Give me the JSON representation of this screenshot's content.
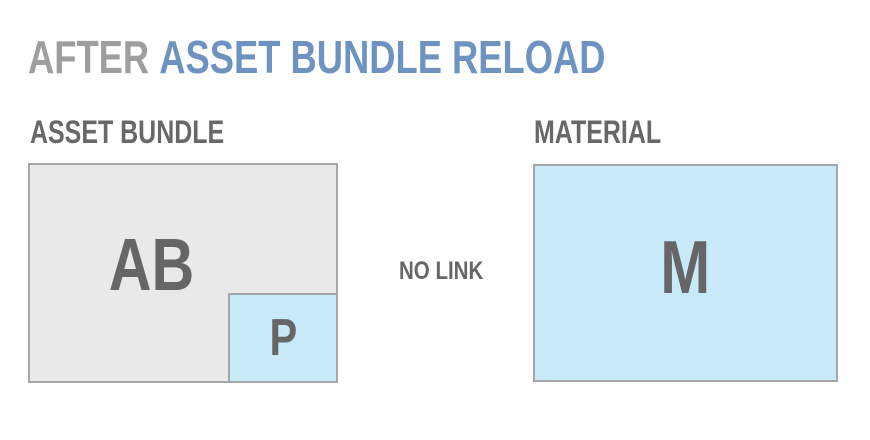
{
  "colors": {
    "title-gray": "#9e9e9e",
    "title-blue": "#6e93c1",
    "label-gray": "#686868",
    "letter-gray": "#666666",
    "bundle-fill": "#e9e9e9",
    "material-fill": "#c8eaf8",
    "box-border": "#a6a6a6",
    "background": "#ffffff"
  },
  "title": {
    "prefix": "AFTER",
    "highlight": "ASSET BUNDLE RELOAD"
  },
  "asset_bundle": {
    "label": "ASSET BUNDLE",
    "letter": "AB",
    "sub_letter": "P"
  },
  "connector": {
    "label": "NO LINK"
  },
  "material": {
    "label": "MATERIAL",
    "letter": "M"
  }
}
